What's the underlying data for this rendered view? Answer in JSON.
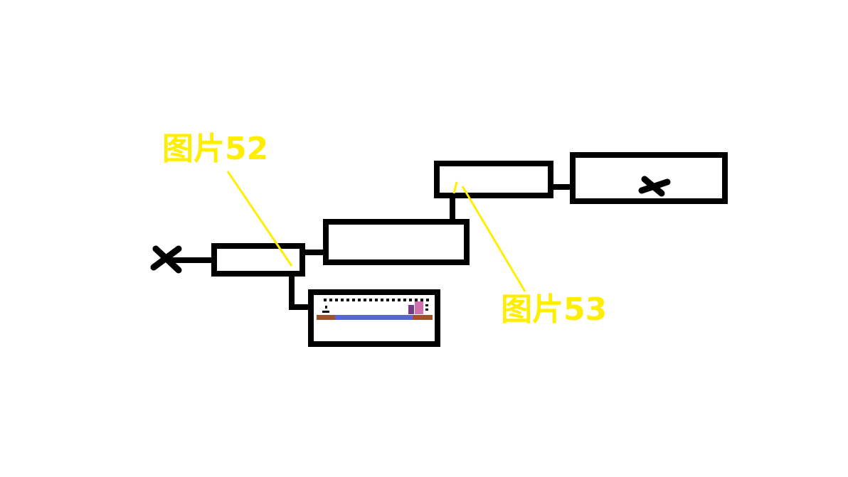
{
  "callouts": [
    {
      "id": "52",
      "text": "图片52"
    },
    {
      "id": "53",
      "text": "图片53"
    }
  ],
  "markers": {
    "start": "x-marker",
    "end": "x-marker"
  },
  "colors": {
    "background": "#ffffff",
    "room_outline": "#000000",
    "callout": "#ffee00",
    "water": "#5566dd",
    "ground": "#a0522d",
    "tile_pink": "#d070b0",
    "tile_purple": "#7a3a8a"
  }
}
